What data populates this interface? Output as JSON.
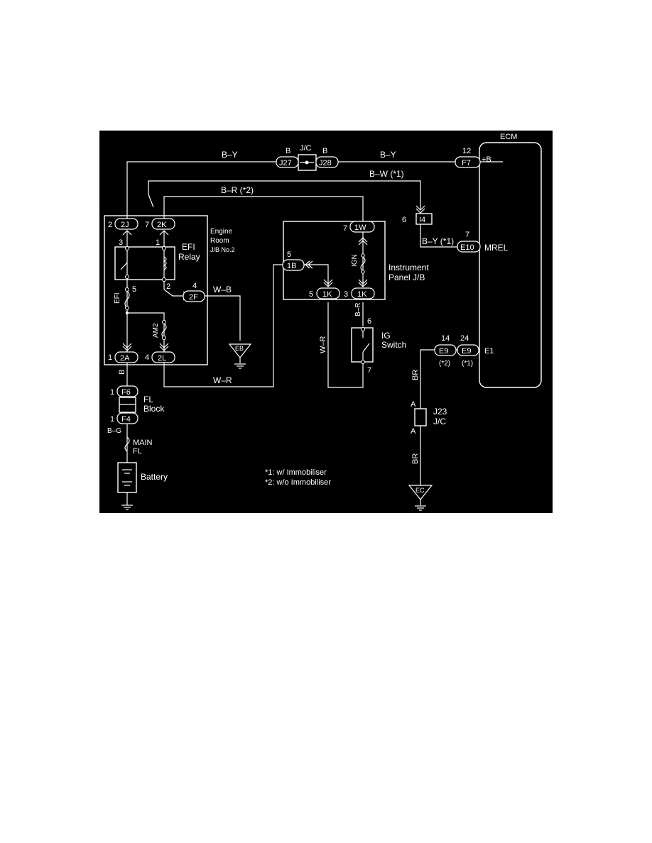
{
  "components": {
    "ecm": "ECM",
    "ecm_pin_b": "+B",
    "ecm_pin_mrel": "MREL",
    "ecm_pin_e1": "E1",
    "jc_top": "J/C",
    "jc_top_left_b": "B",
    "jc_top_right_b": "B",
    "engine_room_jb": [
      "Engine",
      "Room",
      "J/B No.2"
    ],
    "efi_relay": [
      "EFI",
      "Relay"
    ],
    "instrument_panel_jb": [
      "Instrument",
      "Panel J/B"
    ],
    "ig_switch": [
      "IG",
      "Switch"
    ],
    "fl_block": [
      "FL",
      "Block"
    ],
    "main_fl": [
      "MAIN",
      "FL"
    ],
    "battery": "Battery",
    "j23": "J23",
    "j23_jc": "J/C",
    "efi_fuse": "EFI",
    "am2_fuse": "AM2",
    "ign_fuse": "IGN",
    "ground_eb": "EB",
    "ground_ec": "EC"
  },
  "connectors": {
    "j27": "J27",
    "j28": "J28",
    "f7": "F7",
    "e10": "E10",
    "e9a": "E9",
    "e9b": "E9",
    "i4": "I4",
    "c2j": "2J",
    "c2k": "2K",
    "c2f": "2F",
    "c2a": "2A",
    "c2l": "2L",
    "c1w": "1W",
    "c1b": "1B",
    "c1k_left": "1K",
    "c1k_right": "1K",
    "f6": "F6",
    "f4": "F4"
  },
  "pins": {
    "f7": "12",
    "e10": "7",
    "e9a": "14",
    "e9b": "24",
    "i4": "6",
    "c2j": "2",
    "c2k": "7",
    "c2f": "4",
    "c2a": "1",
    "c2l": "4",
    "relay_3": "3",
    "relay_1": "1",
    "relay_5": "5",
    "relay_2": "2",
    "c1w": "7",
    "c1b": "5",
    "c1k_left": "5",
    "c1k_right": "3",
    "ig_6": "6",
    "ig_7": "7",
    "f6": "1",
    "f4": "1",
    "j23_top": "A",
    "j23_bottom": "A"
  },
  "wires": {
    "top_left": "B–Y",
    "top_right": "B–Y",
    "bw": "B–W (*1)",
    "br2": "B–R (*2)",
    "by1": "B–Y (*1)",
    "wb": "W–B",
    "wr_bottom": "W–R",
    "wr_vertical": "W–R",
    "br_ig": "B–R",
    "b_fl": "B",
    "bg": "B–G",
    "br_upper": "BR",
    "br_lower": "BR"
  },
  "variants": {
    "e9a": "(*2)",
    "e9b": "(*1)"
  },
  "notes": [
    "*1: w/ Immobiliser",
    "*2: w/o Immobiliser"
  ]
}
